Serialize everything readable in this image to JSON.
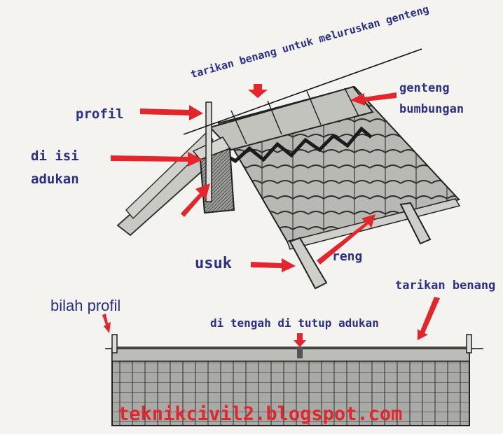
{
  "labels": {
    "top_line": "tarikan benang untuk meluruskan genteng",
    "genteng": "genteng",
    "bumbungan": "bumbungan",
    "profil": "profil",
    "di_isi": "di isi",
    "adukan": "adukan",
    "usuk": "usuk",
    "reng": "reng",
    "bilah_profil": "bilah profil",
    "tarikan_benang": "tarikan benang",
    "di_tengah": "di tengah di tutup adukan"
  },
  "watermark": "teknikcivil2.blogspot.com",
  "colors": {
    "label_text": "#2b2f86",
    "arrow": "#e3262e",
    "watermark": "#e3262e",
    "sketch": "#333333",
    "background": "#f4f3ef"
  }
}
